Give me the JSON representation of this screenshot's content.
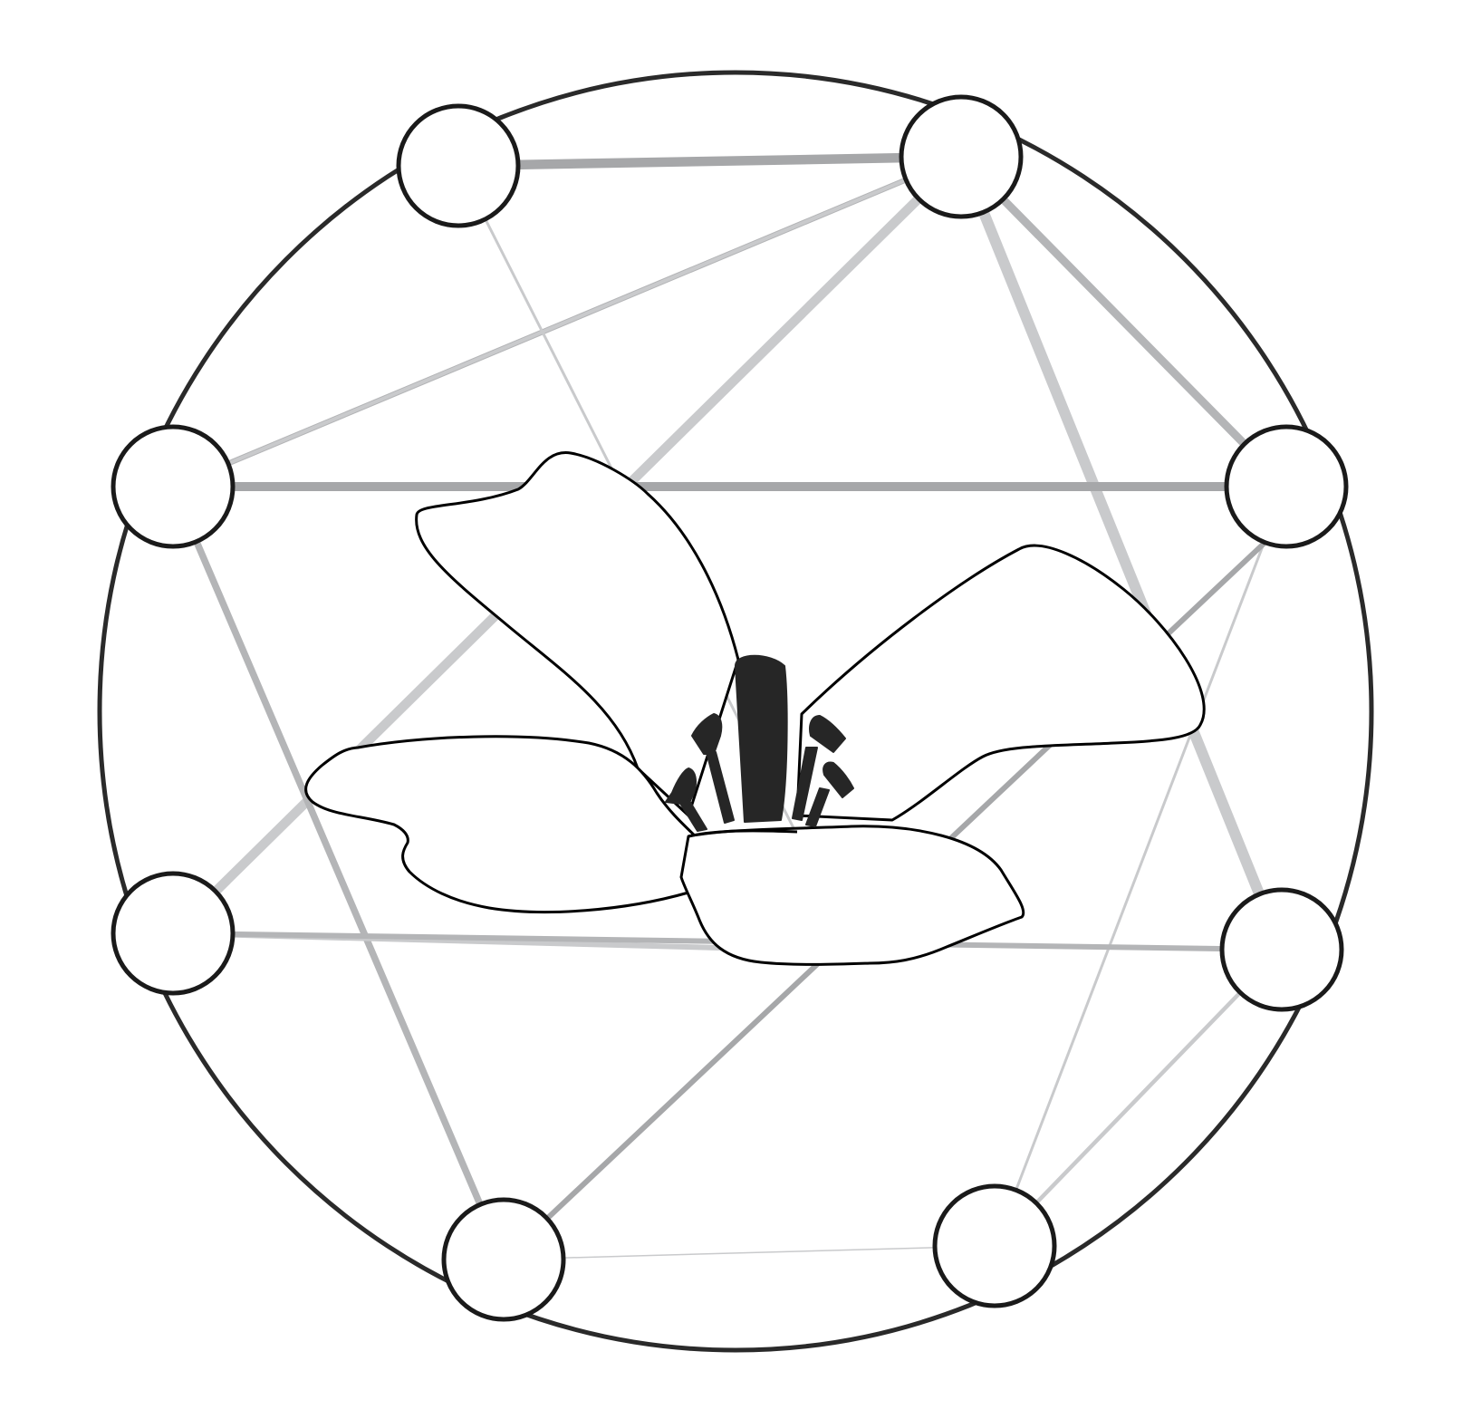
{
  "diagram": {
    "type": "network-with-flower",
    "nodes": [
      {
        "id": "n1"
      },
      {
        "id": "n2"
      },
      {
        "id": "n3"
      },
      {
        "id": "n4"
      },
      {
        "id": "n5"
      },
      {
        "id": "n6"
      },
      {
        "id": "n7"
      },
      {
        "id": "n8"
      },
      {
        "id": "n9"
      },
      {
        "id": "n10"
      }
    ],
    "edges": [
      {
        "from": "n1",
        "to": "n2",
        "weight": 7,
        "tone": "dark"
      },
      {
        "from": "n2",
        "to": "n3",
        "weight": 4,
        "tone": "mid"
      },
      {
        "from": "n2",
        "to": "n4",
        "weight": 6,
        "tone": "mid"
      },
      {
        "from": "n2",
        "to": "n5",
        "weight": 7,
        "tone": "light"
      },
      {
        "from": "n2",
        "to": "n6",
        "weight": 8,
        "tone": "light"
      },
      {
        "from": "n3",
        "to": "n7",
        "weight": 5,
        "tone": "mid"
      },
      {
        "from": "n6",
        "to": "n8",
        "weight": 3,
        "tone": "light"
      },
      {
        "from": "n9",
        "to": "n4",
        "weight": 9,
        "tone": "dark"
      },
      {
        "from": "n10",
        "to": "n5",
        "weight": 4,
        "tone": "light"
      },
      {
        "from": "n8",
        "to": "n7",
        "weight": 1,
        "tone": "light"
      },
      {
        "from": "n8",
        "to": "n9",
        "weight": 2,
        "tone": "light"
      },
      {
        "from": "n1",
        "to": "n10",
        "weight": 2,
        "tone": "light"
      }
    ],
    "colors": {
      "outline": "#1a1a1a",
      "node_fill": "#ffffff",
      "edge_dark": "#a6a7a9",
      "edge_mid": "#b4b5b7",
      "edge_light": "#c9cacc",
      "flower_fill": "#ffffff",
      "stamen_fill": "#262626"
    }
  }
}
